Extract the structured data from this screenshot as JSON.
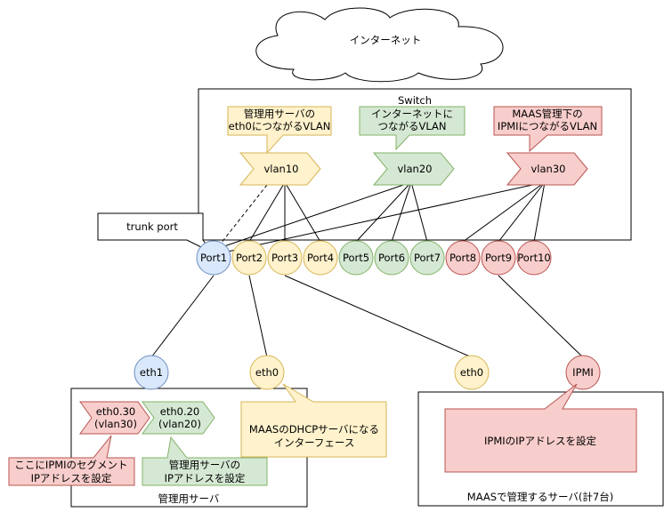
{
  "internet": {
    "label": "インターネット"
  },
  "switch": {
    "title": "Switch"
  },
  "callouts": {
    "vlan10_note": [
      "管理用サーバの",
      "eth0につながるVLAN"
    ],
    "vlan20_note": [
      "インターネットに",
      "つながるVLAN"
    ],
    "vlan30_note": [
      "MAAS管理下の",
      "IPMIにつながるVLAN"
    ],
    "trunk_note": "trunk port",
    "eth030_note": [
      "ここにIPMIのセグメント",
      "IPアドレスを設定"
    ],
    "eth020_note": [
      "管理用サーバの",
      "IPアドレスを設定"
    ],
    "dhcp_note": [
      "MAASのDHCPサーバになる",
      "インターフェース"
    ],
    "ipmi_note": "IPMIのIPアドレスを設定"
  },
  "vlans": {
    "vlan10": "vlan10",
    "vlan20": "vlan20",
    "vlan30": "vlan30"
  },
  "ports": [
    "Port1",
    "Port2",
    "Port3",
    "Port4",
    "Port5",
    "Port6",
    "Port7",
    "Port8",
    "Port9",
    "Port10"
  ],
  "mgmt_server": {
    "title": "管理用サーバ",
    "eth1": "eth1",
    "eth0": "eth0",
    "sub30": [
      "eth0.30",
      "(vlan30)"
    ],
    "sub20": [
      "eth0.20",
      "(vlan20)"
    ]
  },
  "maas_server": {
    "title": "MAASで管理するサーバ(計7台)",
    "eth0": "eth0",
    "ipmi": "IPMI"
  },
  "colors": {
    "blue_fill": "#dae8fc",
    "blue_stroke": "#6c8ebf",
    "yellow_fill": "#fff2cc",
    "yellow_stroke": "#d6b656",
    "green_fill": "#d5e8d4",
    "green_stroke": "#82b366",
    "red_fill": "#f8cecc",
    "red_stroke": "#b85450"
  }
}
